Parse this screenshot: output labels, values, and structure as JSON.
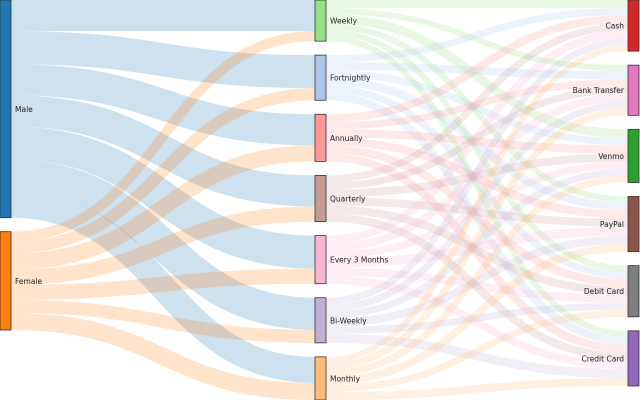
{
  "chart_data": {
    "type": "sankey",
    "columns": [
      [
        {
          "name": "Male",
          "color": "#1f77b4"
        },
        {
          "name": "Female",
          "color": "#ff7f0e"
        }
      ],
      [
        {
          "name": "Weekly",
          "color": "#98df8a"
        },
        {
          "name": "Fortnightly",
          "color": "#aec7e8"
        },
        {
          "name": "Annually",
          "color": "#ff9896"
        },
        {
          "name": "Quarterly",
          "color": "#c49c94"
        },
        {
          "name": "Every 3 Months",
          "color": "#f7b6d2"
        },
        {
          "name": "Bi-Weekly",
          "color": "#c5b0d5"
        },
        {
          "name": "Monthly",
          "color": "#ffbb78"
        }
      ],
      [
        {
          "name": "Cash",
          "color": "#d62728"
        },
        {
          "name": "Bank Transfer",
          "color": "#e377c2"
        },
        {
          "name": "Venmo",
          "color": "#2ca02c"
        },
        {
          "name": "PayPal",
          "color": "#8c564b"
        },
        {
          "name": "Debit Card",
          "color": "#7f7f7f"
        },
        {
          "name": "Credit Card",
          "color": "#9467bd"
        }
      ]
    ],
    "flows": [
      [
        [
          31,
          33,
          31,
          31,
          33,
          32,
          26
        ],
        [
          10,
          12,
          16,
          15,
          15,
          13,
          17
        ]
      ],
      [
        [
          8,
          6,
          9,
          6,
          6,
          6
        ],
        [
          7,
          8,
          7,
          8,
          7,
          8
        ],
        [
          8,
          7,
          8,
          8,
          8,
          8
        ],
        [
          7,
          7,
          8,
          8,
          8,
          8
        ],
        [
          8,
          8,
          7,
          9,
          8,
          8
        ],
        [
          7,
          7,
          7,
          8,
          7,
          9
        ],
        [
          6,
          7,
          7,
          8,
          7,
          8
        ]
      ]
    ],
    "link_opacity": 0.22
  }
}
